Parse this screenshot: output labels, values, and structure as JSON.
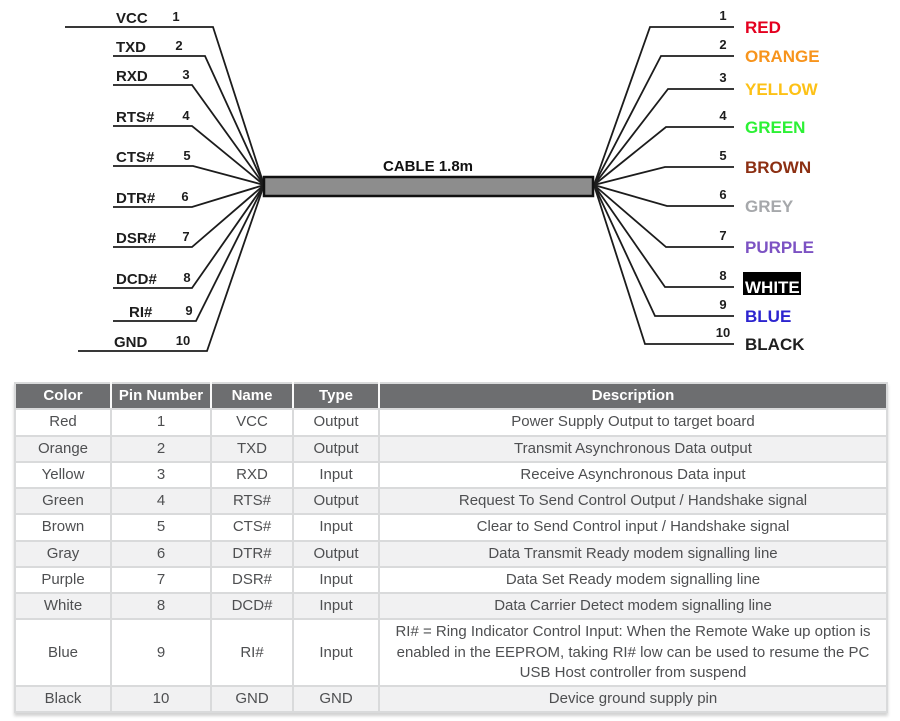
{
  "diagram": {
    "cable_label": "CABLE 1.8m",
    "cable_fill": "#8d8d8d",
    "wire_color": "#1c1c1c",
    "left_pins": [
      {
        "name": "VCC",
        "pin": "1"
      },
      {
        "name": "TXD",
        "pin": "2"
      },
      {
        "name": "RXD",
        "pin": "3"
      },
      {
        "name": "RTS#",
        "pin": "4"
      },
      {
        "name": "CTS#",
        "pin": "5"
      },
      {
        "name": "DTR#",
        "pin": "6"
      },
      {
        "name": "DSR#",
        "pin": "7"
      },
      {
        "name": "DCD#",
        "pin": "8"
      },
      {
        "name": "RI#",
        "pin": "9"
      },
      {
        "name": "GND",
        "pin": "10"
      }
    ],
    "right_pins": [
      {
        "pin": "1",
        "label": "RED",
        "color": "#e4001f"
      },
      {
        "pin": "2",
        "label": "ORANGE",
        "color": "#f7941d"
      },
      {
        "pin": "3",
        "label": "YELLOW",
        "color": "#fdc116"
      },
      {
        "pin": "4",
        "label": "GREEN",
        "color": "#2cf135"
      },
      {
        "pin": "5",
        "label": "BROWN",
        "color": "#8c2f12"
      },
      {
        "pin": "6",
        "label": "GREY",
        "color": "#a6a8ab"
      },
      {
        "pin": "7",
        "label": "PURPLE",
        "color": "#7c52c3"
      },
      {
        "pin": "8",
        "label": "WHITE",
        "color": "#ffffff",
        "bg": "#000000"
      },
      {
        "pin": "9",
        "label": "BLUE",
        "color": "#2c24cf"
      },
      {
        "pin": "10",
        "label": "BLACK",
        "color": "#1f1f1f"
      }
    ]
  },
  "table": {
    "headers": [
      "Color",
      "Pin Number",
      "Name",
      "Type",
      "Description"
    ],
    "header_bg": "#6d6e70",
    "stripe_bg": "#f1f1f2",
    "rows": [
      {
        "color": "Red",
        "pin": "1",
        "name": "VCC",
        "type": "Output",
        "description": "Power Supply Output to target board"
      },
      {
        "color": "Orange",
        "pin": "2",
        "name": "TXD",
        "type": "Output",
        "description": "Transmit Asynchronous Data output"
      },
      {
        "color": "Yellow",
        "pin": "3",
        "name": "RXD",
        "type": "Input",
        "description": "Receive Asynchronous Data input"
      },
      {
        "color": "Green",
        "pin": "4",
        "name": "RTS#",
        "type": "Output",
        "description": "Request To Send Control Output / Handshake signal"
      },
      {
        "color": "Brown",
        "pin": "5",
        "name": "CTS#",
        "type": "Input",
        "description": "Clear to Send Control input / Handshake signal"
      },
      {
        "color": "Gray",
        "pin": "6",
        "name": "DTR#",
        "type": "Output",
        "description": "Data Transmit Ready modem signalling line"
      },
      {
        "color": "Purple",
        "pin": "7",
        "name": "DSR#",
        "type": "Input",
        "description": "Data Set Ready modem signalling line"
      },
      {
        "color": "White",
        "pin": "8",
        "name": "DCD#",
        "type": "Input",
        "description": "Data Carrier Detect modem signalling line"
      },
      {
        "color": "Blue",
        "pin": "9",
        "name": "RI#",
        "type": "Input",
        "description": "RI# = Ring Indicator Control Input: When the Remote Wake up option is enabled in the EEPROM, taking RI# low can be used to resume the PC USB Host controller from suspend"
      },
      {
        "color": "Black",
        "pin": "10",
        "name": "GND",
        "type": "GND",
        "description": "Device ground supply pin"
      }
    ]
  }
}
